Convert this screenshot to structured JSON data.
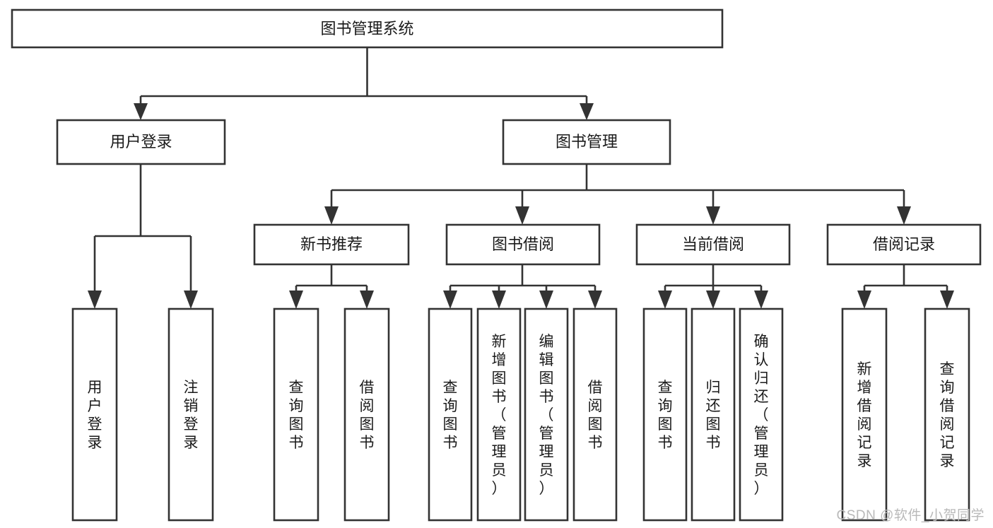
{
  "diagram": {
    "type": "tree",
    "title": "图书管理系统",
    "watermark": "CSDN @软件_小贺同学",
    "colors": {
      "stroke": "#333333",
      "box_fill": "#ffffff",
      "text": "#1a1a1a",
      "background": "#ffffff",
      "watermark": "#b9b9b9"
    },
    "root": {
      "id": "root",
      "label": "图书管理系统"
    },
    "level2": [
      {
        "id": "user-login",
        "label": "用户登录"
      },
      {
        "id": "book-manage",
        "label": "图书管理"
      }
    ],
    "level3": [
      {
        "id": "new-book-recommend",
        "label": "新书推荐",
        "parent": "book-manage"
      },
      {
        "id": "book-borrow",
        "label": "图书借阅",
        "parent": "book-manage"
      },
      {
        "id": "current-borrow",
        "label": "当前借阅",
        "parent": "book-manage"
      },
      {
        "id": "borrow-record",
        "label": "借阅记录",
        "parent": "book-manage"
      }
    ],
    "leaves": {
      "user-login": [
        {
          "id": "leaf-user-login",
          "label": "用户登录"
        },
        {
          "id": "leaf-user-logout",
          "label": "注销登录"
        }
      ],
      "new-book-recommend": [
        {
          "id": "leaf-query-book-1",
          "label": "查询图书"
        },
        {
          "id": "leaf-borrow-book-1",
          "label": "借阅图书"
        }
      ],
      "book-borrow": [
        {
          "id": "leaf-query-book-2",
          "label": "查询图书"
        },
        {
          "id": "leaf-add-book",
          "label": "新增图书（管理员）"
        },
        {
          "id": "leaf-edit-book",
          "label": "编辑图书（管理员）"
        },
        {
          "id": "leaf-borrow-book-2",
          "label": "借阅图书"
        }
      ],
      "current-borrow": [
        {
          "id": "leaf-query-book-3",
          "label": "查询图书"
        },
        {
          "id": "leaf-return-book",
          "label": "归还图书"
        },
        {
          "id": "leaf-confirm-return",
          "label": "确认归还（管理员）"
        }
      ],
      "borrow-record": [
        {
          "id": "leaf-add-record",
          "label": "新增借阅记录"
        },
        {
          "id": "leaf-query-record",
          "label": "查询借阅记录"
        }
      ]
    }
  }
}
